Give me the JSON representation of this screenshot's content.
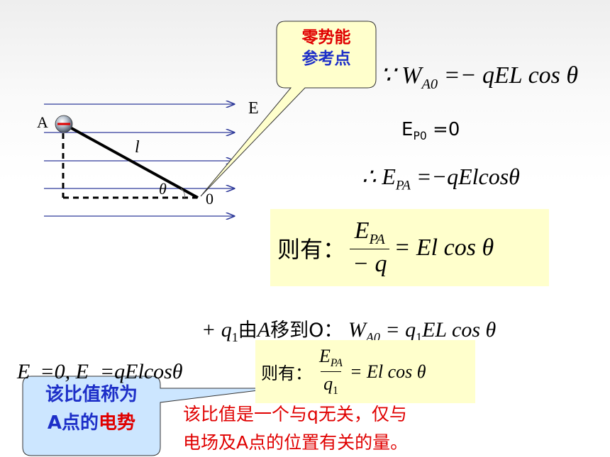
{
  "diagram": {
    "label_A": "A",
    "label_E": "E",
    "label_l": "l",
    "label_theta": "θ",
    "label_O": "0"
  },
  "callout_top": {
    "line1": "零势能",
    "line2": "参考点"
  },
  "equations": {
    "work_A0": "∵ W",
    "work_A0_sub": "A0",
    "work_A0_rhs": " =− qEL cos θ",
    "ep0_E": "E",
    "ep0_sub": "P0",
    "ep0_rhs": " =0",
    "epa_lhs": "∴ E",
    "epa_sub": "PA",
    "epa_rhs": " =−qElcosθ"
  },
  "box_main": {
    "prefix": "则有：",
    "num_E": "E",
    "num_sub": "PA",
    "den": "− q",
    "rhs": "= El cos θ"
  },
  "q1_line": {
    "plus_q": "+ q",
    "q_sub": "1",
    "text1": "由",
    "A": "A",
    "text2": "移到O：",
    "W": "W",
    "W_sub": "A0",
    "rhs_eq": " =  q",
    "rhs_sub": "1",
    "rhs_tail": "EL cos θ"
  },
  "ep_partial": {
    "text": "E",
    "rest": "=0, E",
    "rest2": "=q",
    "rest3": "Elcosθ"
  },
  "box_small": {
    "prefix": "则有：",
    "num_E": "E",
    "num_sub": "PA",
    "den_q": "q",
    "den_sub": "1",
    "rhs": "= El cos θ"
  },
  "callout_bottom": {
    "line1": "该比值称为",
    "line2a": "A点的",
    "line2b": "电势"
  },
  "red_note": {
    "line1": "该比值是一个与q无关，仅与",
    "line2": "电场及A点的位置有关的量。"
  },
  "colors": {
    "arrow_blue": "#2f3a9a",
    "red": "#e00000",
    "blue_text": "#1d2fc8",
    "callout_fill": "#ffffcc",
    "callout_blue_fill": "#cce6ff"
  }
}
